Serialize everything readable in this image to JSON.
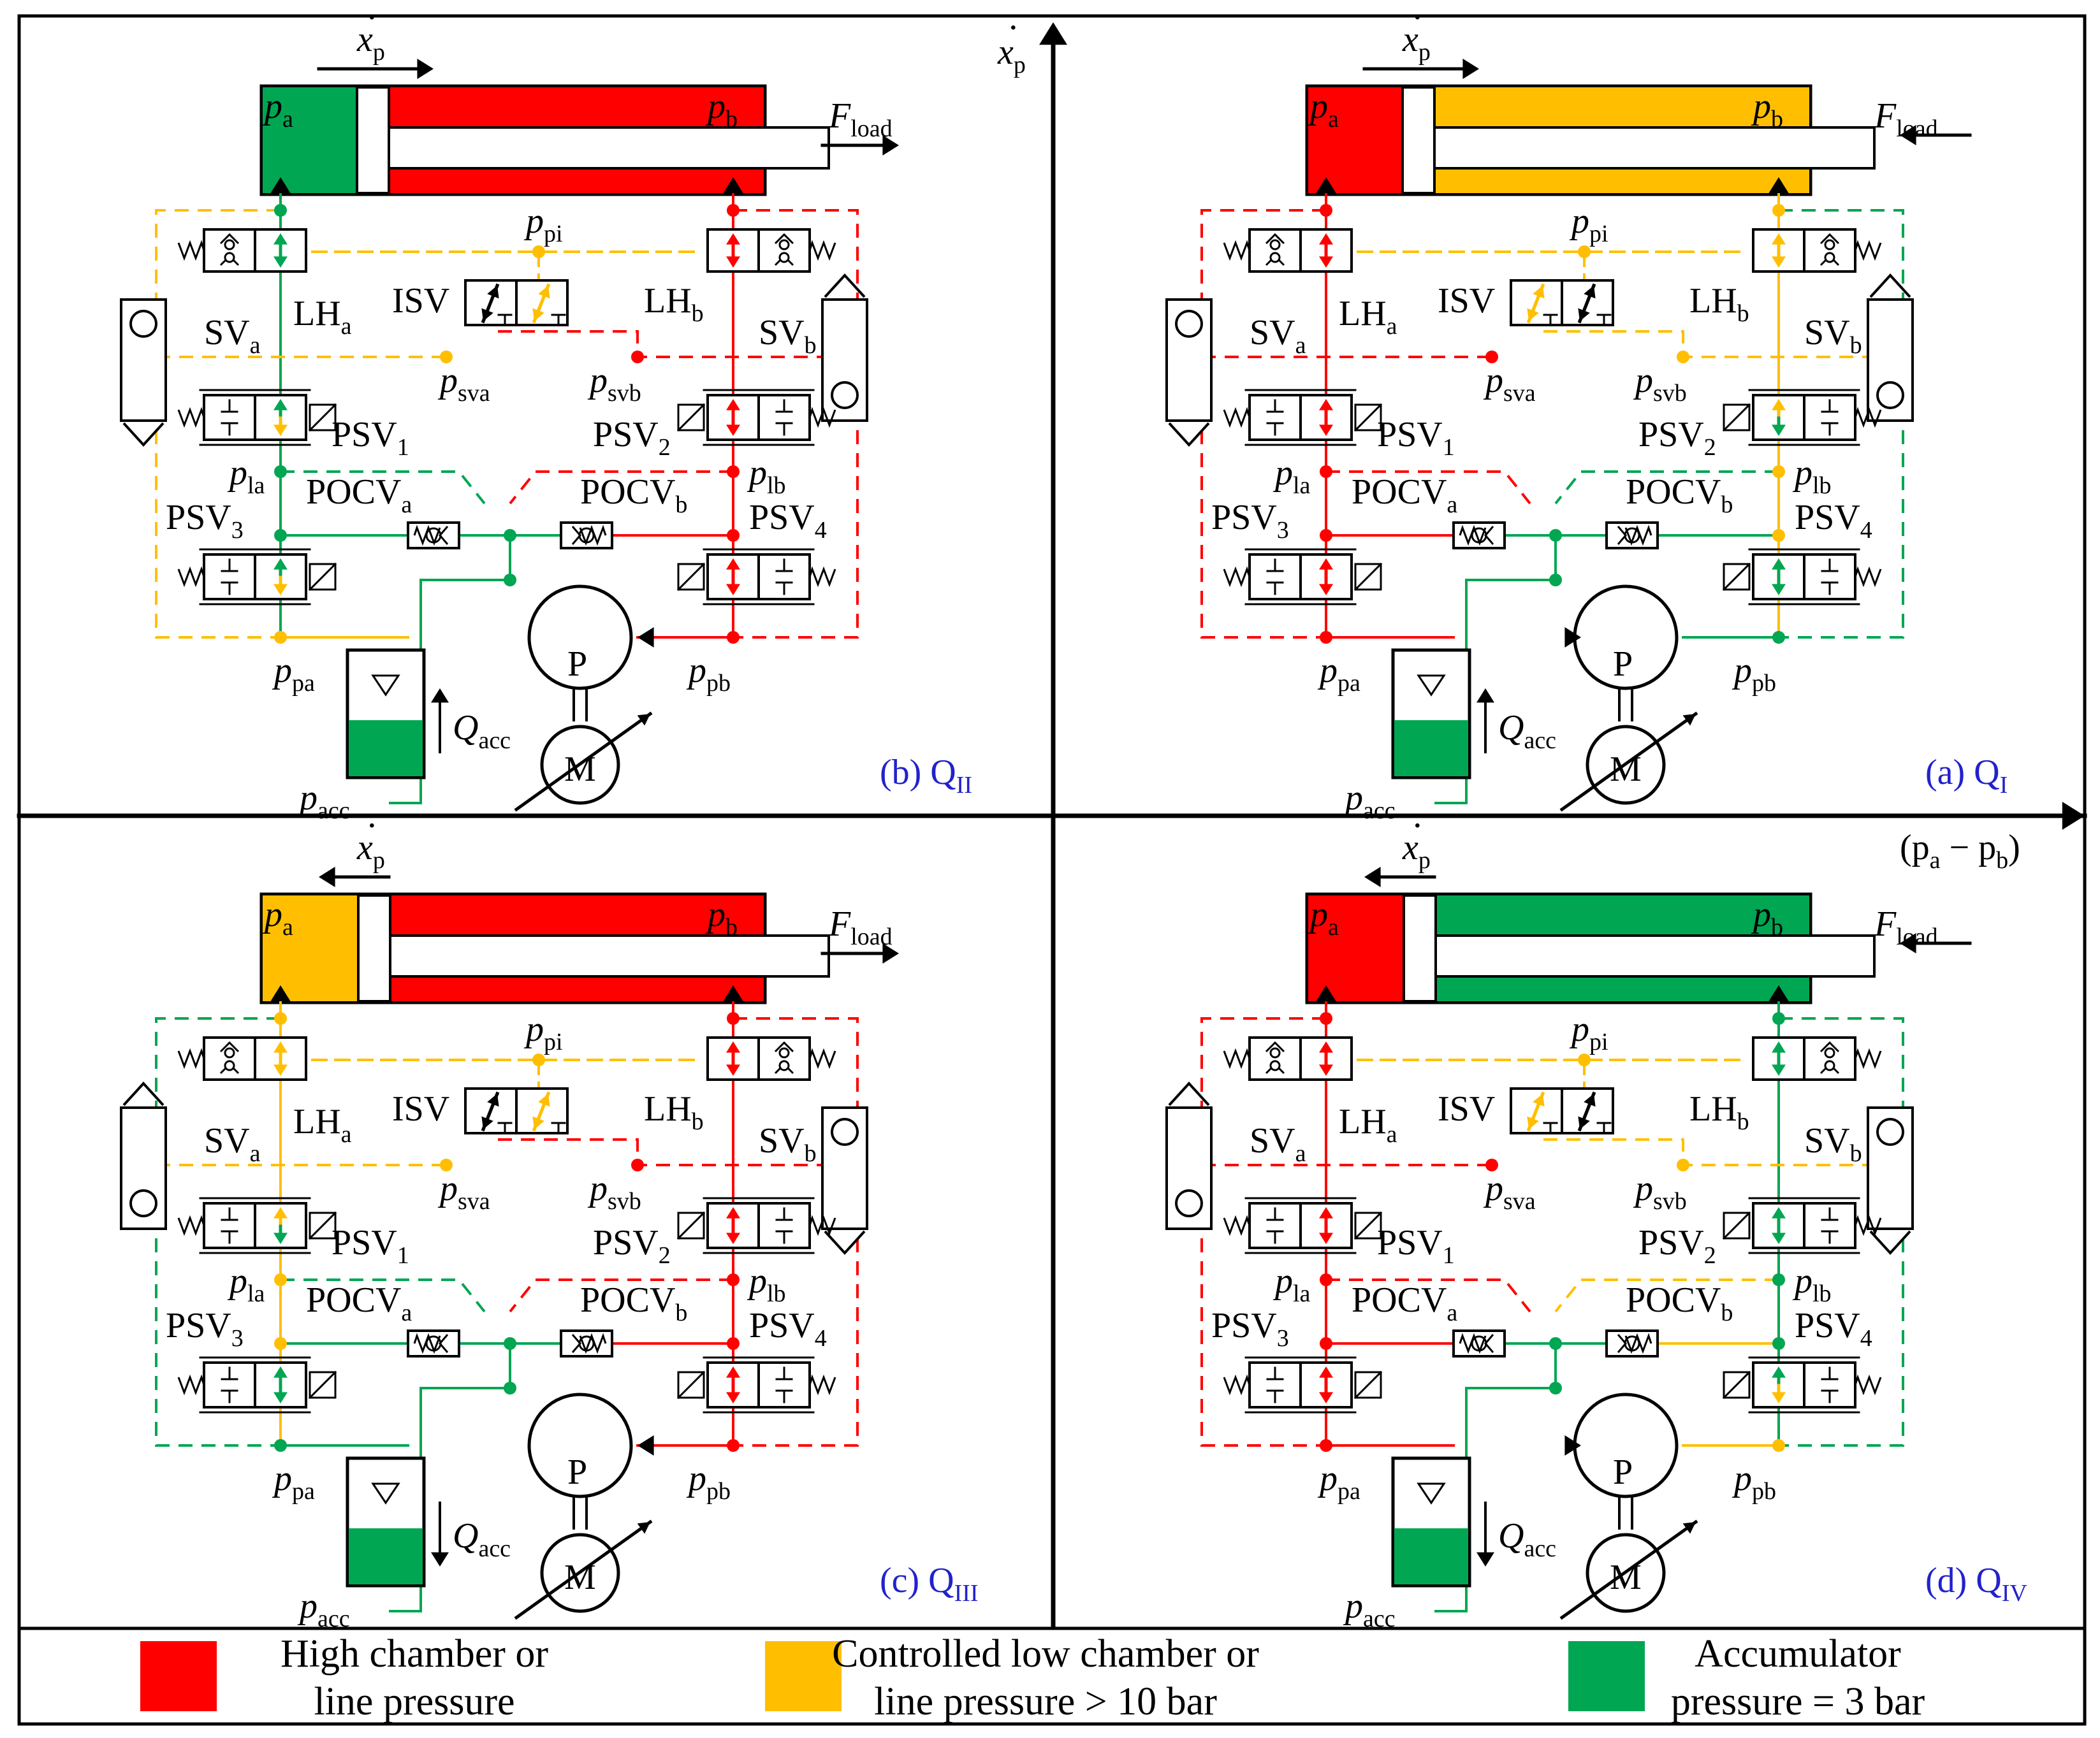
{
  "colors": {
    "high": "#ff0000",
    "low": "#ffbf00",
    "acc": "#00a651",
    "mark": "#2222cc",
    "black": "#000000"
  },
  "axes": {
    "y_main": "x",
    "y_dot": "·",
    "y_sub": "p",
    "x_label_open": "(p",
    "x_sub_a": "a",
    "x_minus": " − p",
    "x_sub_b": "b",
    "x_label_close": ")"
  },
  "quadrants": [
    {
      "id": "b",
      "caption_main": "(b) Q",
      "caption_sub": "II",
      "motion": "right",
      "chamber_a": "acc",
      "chamber_b": "high",
      "load_dir": "right",
      "q_arrow": "up",
      "lines": {
        "a_ch": "acc",
        "b_ch": "high",
        "pa": "low",
        "pb": "high",
        "acc": "acc",
        "pilot": "low",
        "sva": "low",
        "svb": "high",
        "psv3": "acc",
        "psv4": "high",
        "ena": "low",
        "enb": "high"
      },
      "valves": {
        "lh_a": "acc",
        "lh_b": "high",
        "isv": [
          "black",
          "low"
        ],
        "psv1": [
          "acc",
          "low"
        ],
        "psv2": [
          "high",
          "high"
        ],
        "psv3": [
          "acc",
          "low"
        ],
        "psv4": [
          "high",
          "high"
        ]
      },
      "sv_a_check": "top",
      "sv_b_check": "bottom"
    },
    {
      "id": "a",
      "caption_main": "(a) Q",
      "caption_sub": "I",
      "motion": "right",
      "chamber_a": "high",
      "chamber_b": "low",
      "load_dir": "left",
      "q_arrow": "up",
      "lines": {
        "a_ch": "high",
        "b_ch": "low",
        "pa": "high",
        "pb": "acc",
        "acc": "acc",
        "pilot": "low",
        "sva": "high",
        "svb": "low",
        "psv3": "high",
        "psv4": "acc",
        "ena": "high",
        "enb": "acc"
      },
      "valves": {
        "lh_a": "high",
        "lh_b": "low",
        "isv": [
          "low",
          "black"
        ],
        "psv1": [
          "high",
          "high"
        ],
        "psv2": [
          "low",
          "acc"
        ],
        "psv3": [
          "high",
          "high"
        ],
        "psv4": [
          "acc",
          "acc"
        ]
      },
      "sv_a_check": "top",
      "sv_b_check": "bottom"
    },
    {
      "id": "c",
      "caption_main": "(c) Q",
      "caption_sub": "III",
      "motion": "left",
      "chamber_a": "low",
      "chamber_b": "high",
      "load_dir": "right",
      "q_arrow": "down",
      "lines": {
        "a_ch": "low",
        "b_ch": "high",
        "pa": "acc",
        "pb": "high",
        "acc": "acc",
        "pilot": "low",
        "sva": "low",
        "svb": "high",
        "psv3": "acc",
        "psv4": "high",
        "ena": "acc",
        "enb": "high"
      },
      "valves": {
        "lh_a": "low",
        "lh_b": "high",
        "isv": [
          "black",
          "low"
        ],
        "psv1": [
          "low",
          "acc"
        ],
        "psv2": [
          "high",
          "high"
        ],
        "psv3": [
          "acc",
          "acc"
        ],
        "psv4": [
          "high",
          "high"
        ]
      },
      "sv_a_check": "bottom",
      "sv_b_check": "top"
    },
    {
      "id": "d",
      "caption_main": "(d) Q",
      "caption_sub": "IV",
      "motion": "left",
      "chamber_a": "high",
      "chamber_b": "acc",
      "load_dir": "left",
      "q_arrow": "down",
      "lines": {
        "a_ch": "high",
        "b_ch": "acc",
        "pa": "high",
        "pb": "low",
        "acc": "acc",
        "pilot": "low",
        "sva": "high",
        "svb": "low",
        "psv3": "high",
        "psv4": "low",
        "ena": "high",
        "enb": "acc"
      },
      "valves": {
        "lh_a": "high",
        "lh_b": "acc",
        "isv": [
          "low",
          "black"
        ],
        "psv1": [
          "high",
          "high"
        ],
        "psv2": [
          "acc",
          "acc"
        ],
        "psv3": [
          "high",
          "high"
        ],
        "psv4": [
          "acc",
          "low"
        ]
      },
      "sv_a_check": "bottom",
      "sv_b_check": "top"
    }
  ],
  "labels": {
    "pa": "p",
    "pa_sub": "a",
    "pb": "p",
    "pb_sub": "b",
    "xdot": "x",
    "xdot_sub": "p",
    "dot": "·",
    "fload": "F",
    "fload_sub": "load",
    "ppi": "p",
    "ppi_sub": "pi",
    "lha": "LH",
    "lha_sub": "a",
    "lhb": "LH",
    "lhb_sub": "b",
    "isv": "ISV",
    "sva": "SV",
    "sva_sub": "a",
    "svb": "SV",
    "svb_sub": "b",
    "psva": "p",
    "psva_sub": "sva",
    "psvb": "p",
    "psvb_sub": "svb",
    "psv1": "PSV",
    "psv1_sub": "1",
    "psv2": "PSV",
    "psv2_sub": "2",
    "psv3": "PSV",
    "psv3_sub": "3",
    "psv4": "PSV",
    "psv4_sub": "4",
    "pla": "p",
    "pla_sub": "la",
    "plb": "p",
    "plb_sub": "lb",
    "pocva": "POCV",
    "pocva_sub": "a",
    "pocvb": "POCV",
    "pocvb_sub": "b",
    "ppa": "p",
    "ppa_sub": "pa",
    "ppb": "p",
    "ppb_sub": "pb",
    "pump": "P",
    "motor": "M",
    "qacc": "Q",
    "qacc_sub": "acc",
    "pacc": "p",
    "pacc_sub": "acc"
  },
  "legend": [
    {
      "color": "#ff0000",
      "line1": "High chamber or",
      "line2": "line pressure"
    },
    {
      "color": "#ffbf00",
      "line1": "Controlled low chamber or",
      "line2": "line pressure > 10 bar"
    },
    {
      "color": "#00a651",
      "line1": "Accumulator",
      "line2": "pressure = 3 bar"
    }
  ]
}
